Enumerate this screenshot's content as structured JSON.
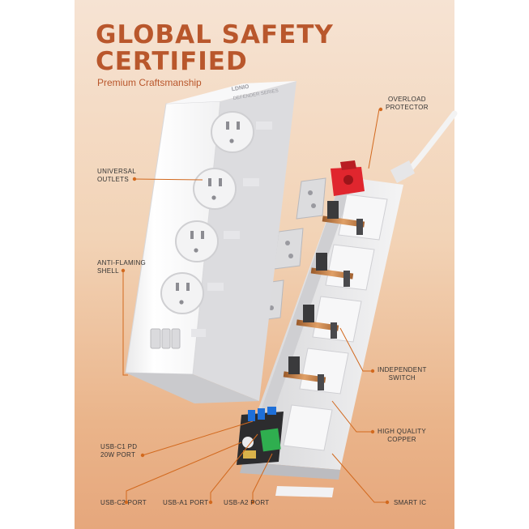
{
  "headline": {
    "line1": "GLOBAL SAFETY",
    "line2": "CERTIFIED"
  },
  "subtitle": "Premium Craftsmanship",
  "brand": {
    "logo_text": "LDNIO",
    "series_text": "DEFENDER SERIES"
  },
  "callouts": {
    "overload_protector": [
      "OVERLOAD",
      "PROTECTOR"
    ],
    "universal_outlets": [
      "UNIVERSAL",
      "OUTLETS"
    ],
    "anti_flaming_shell": [
      "ANTI-FLAMING",
      "SHELL"
    ],
    "independent_switch": [
      "INDEPENDENT",
      "SWITCH"
    ],
    "high_quality_copper": [
      "HIGH QUALITY",
      "COPPER"
    ],
    "usb_c1": [
      "USB-C1 PD",
      "20W PORT"
    ],
    "usb_c2": "USB-C2 PORT",
    "usb_a1": "USB-A1 PORT",
    "usb_a2": "USB-A2 PORT",
    "smart_ic": "SMART IC"
  },
  "colors": {
    "accent": "#b9572c",
    "leader_line": "#d2691e",
    "background_top": "#f6e3d3",
    "background_bottom": "#e6a77c",
    "shell": "#ffffff",
    "protector": "#e0262e"
  }
}
